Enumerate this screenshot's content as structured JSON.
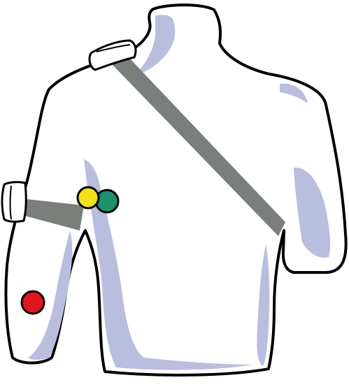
{
  "colors": {
    "outline": "#000000",
    "body_fill": "#ffffff",
    "shading": "#b9bedf",
    "strap": "#7b7f7c",
    "sensor_fill": "#ffffff",
    "yellow_marker": "#f3e01a",
    "green_marker": "#1f8f6c",
    "red_marker": "#e0161c"
  },
  "figure": {
    "subject": "torso-with-wearable-sensors",
    "sensors": [
      {
        "name": "shoulder-sensor",
        "attached_to": "chest-strap"
      },
      {
        "name": "upper-arm-sensor",
        "attached_to": "arm-strap"
      }
    ],
    "markers": [
      {
        "name": "yellow-marker",
        "color_key": "yellow_marker"
      },
      {
        "name": "green-marker",
        "color_key": "green_marker"
      },
      {
        "name": "red-marker",
        "color_key": "red_marker"
      }
    ]
  }
}
